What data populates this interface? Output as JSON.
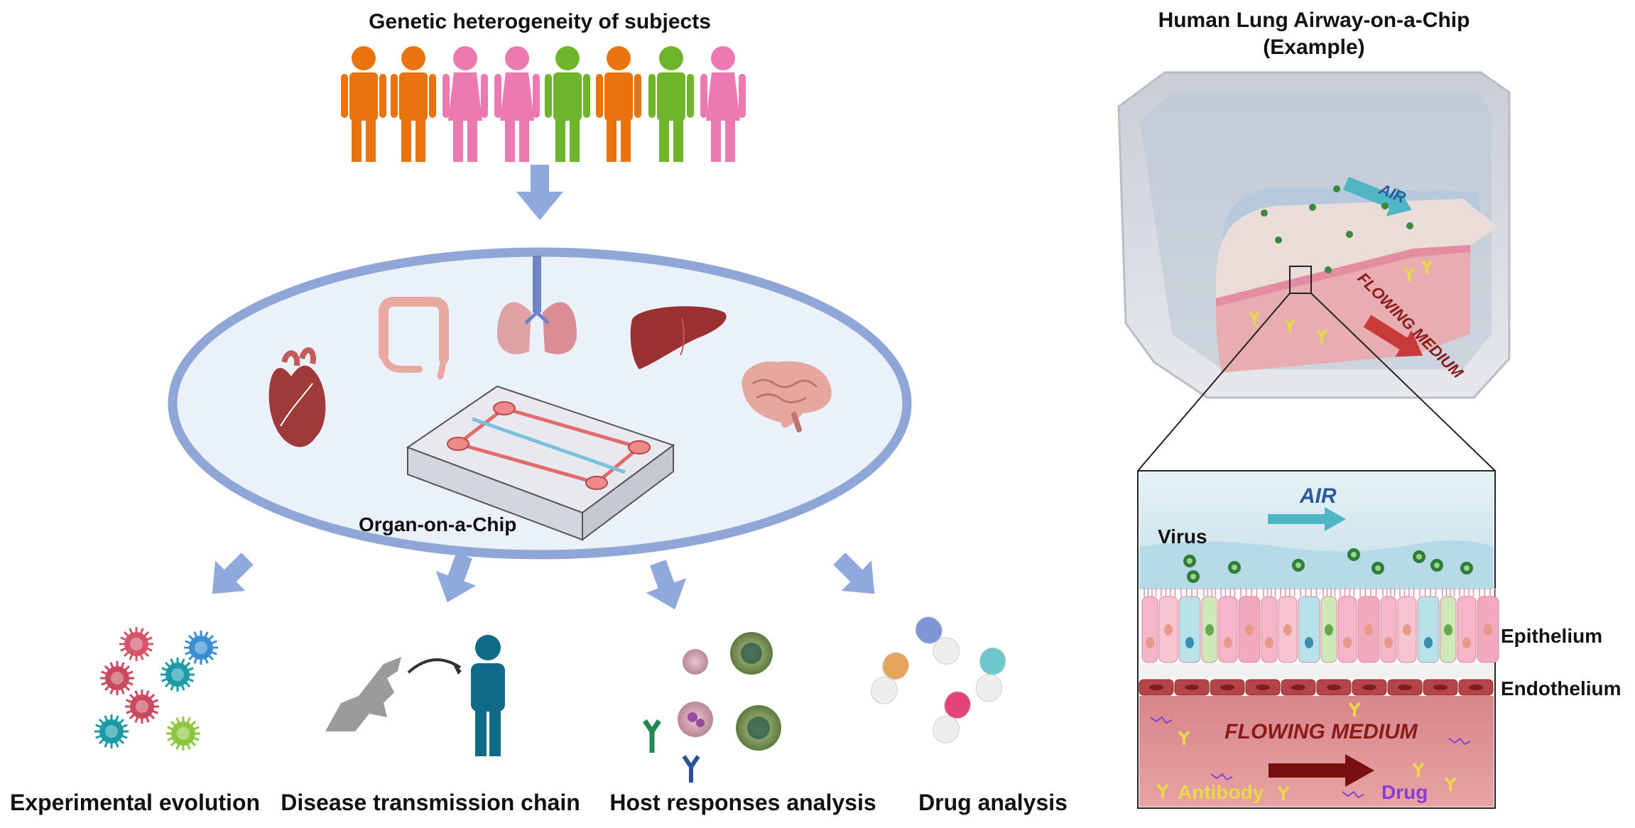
{
  "title": "Genetic heterogeneity of subjects",
  "ellipse_label": "Organ-on-a-Chip",
  "outcomes": [
    "Experimental evolution",
    "Disease transmission chain",
    "Host responses analysis",
    "Drug analysis"
  ],
  "chip_panel": {
    "title_line1": "Human Lung Airway-on-a-Chip",
    "title_line2": "(Example)",
    "air": "AIR",
    "flowing_medium": "FLOWING MEDIUM"
  },
  "detail_panel": {
    "air": "AIR",
    "virus": "Virus",
    "epithelium": "Epithelium",
    "endothelium": "Endothelium",
    "flowing_medium": "FLOWING MEDIUM",
    "antibody": "Antibody",
    "drug": "Drug"
  },
  "colors": {
    "arrow": "#8fa9dc",
    "ellipse_stroke": "#8fa6d6",
    "ellipse_fill": "#eaf1fb",
    "orange": "#e8730f",
    "pink": "#ea7ab0",
    "green": "#6fb52c",
    "organ_red": "#9e3a3a",
    "medium": "#e39a9a",
    "antibody": "#e8d84a",
    "drug": "#8a3fd1",
    "dark_red": "#8b1a1a"
  },
  "people_colors": [
    "orange",
    "orange",
    "pink",
    "pink",
    "green",
    "orange",
    "green",
    "pink"
  ]
}
